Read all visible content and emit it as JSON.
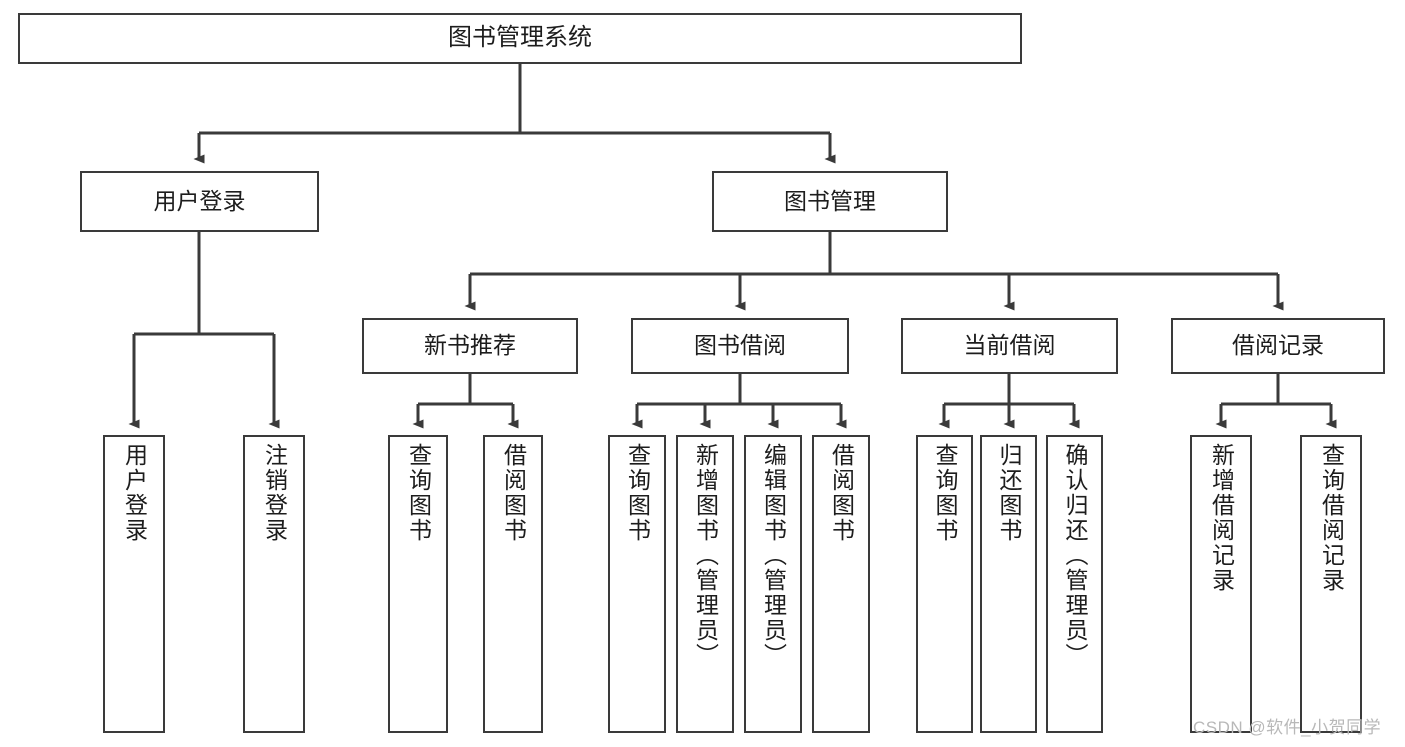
{
  "diagram": {
    "type": "tree-hierarchy",
    "title": "图书管理系统",
    "root": {
      "label": "图书管理系统"
    },
    "level2": [
      {
        "label": "用户登录"
      },
      {
        "label": "图书管理"
      }
    ],
    "level3": [
      {
        "label": "新书推荐"
      },
      {
        "label": "图书借阅"
      },
      {
        "label": "当前借阅"
      },
      {
        "label": "借阅记录"
      }
    ],
    "leaves": {
      "user_login": [
        {
          "label": "用户登录"
        },
        {
          "label": "注销登录"
        }
      ],
      "new_book_recommend": [
        {
          "label": "查询图书"
        },
        {
          "label": "借阅图书"
        }
      ],
      "book_borrow": [
        {
          "label": "查询图书"
        },
        {
          "label": "新增图书（管理员）"
        },
        {
          "label": "编辑图书（管理员）"
        },
        {
          "label": "借阅图书"
        }
      ],
      "current_borrow": [
        {
          "label": "查询图书"
        },
        {
          "label": "归还图书"
        },
        {
          "label": "确认归还（管理员）"
        }
      ],
      "borrow_record": [
        {
          "label": "新增借阅记录"
        },
        {
          "label": "查询借阅记录"
        }
      ]
    }
  },
  "watermark": {
    "text": "CSDN @软件_小贺同学"
  },
  "colors": {
    "stroke": "#3a3a3a",
    "fill": "#ffffff",
    "text": "#1d1d1d",
    "watermark": "#b8b8b8"
  }
}
